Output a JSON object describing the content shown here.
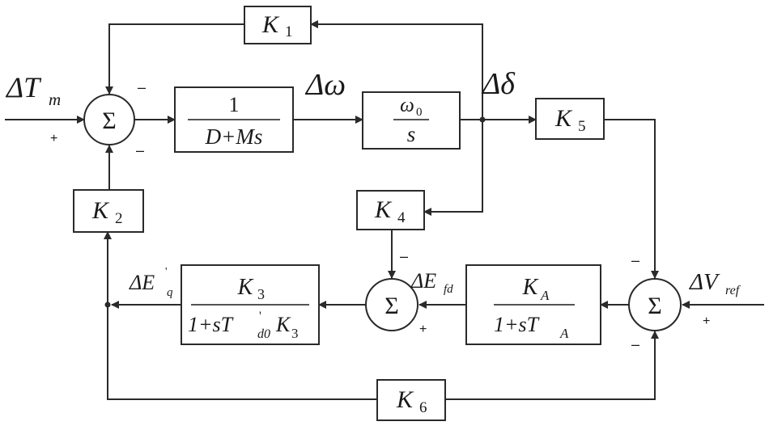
{
  "blocks": {
    "k1": {
      "sym": "K",
      "sub": "1"
    },
    "k2": {
      "sym": "K",
      "sub": "2"
    },
    "k4": {
      "sym": "K",
      "sub": "4"
    },
    "k5": {
      "sym": "K",
      "sub": "5"
    },
    "k6": {
      "sym": "K",
      "sub": "6"
    },
    "swing": {
      "num": "1",
      "den": "D+Ms"
    },
    "integrator": {
      "num_sym": "ω",
      "num_sub": "0",
      "den": "s"
    },
    "field": {
      "num_sym": "K",
      "num_sub": "3",
      "den_pre": "1+sT",
      "den_sup": "'",
      "den_sub": "d0",
      "den_post": "K",
      "den_post_sub": "3"
    },
    "exciter": {
      "num_sym": "K",
      "num_sub": "A",
      "den_pre": "1+sT",
      "den_sub": "A"
    }
  },
  "summing_symbol": "Σ",
  "signals": {
    "delta_tm": {
      "pre": "ΔT",
      "sub": "m"
    },
    "delta_omega": "Δω",
    "delta_delta": "Δδ",
    "delta_vref": {
      "pre": "ΔV",
      "sub": "ref"
    },
    "delta_eq": {
      "pre": "ΔE",
      "sup": "'",
      "sub": "q"
    },
    "delta_efd": {
      "pre": "ΔE",
      "sub": "fd"
    }
  },
  "signs": {
    "sum1_top": "–",
    "sum1_bottom": "–",
    "sum1_left": "+",
    "sum2_top": "–",
    "sum2_bottom": "+",
    "sum3_top": "–",
    "sum3_bottom": "–",
    "sum3_right": "+"
  }
}
